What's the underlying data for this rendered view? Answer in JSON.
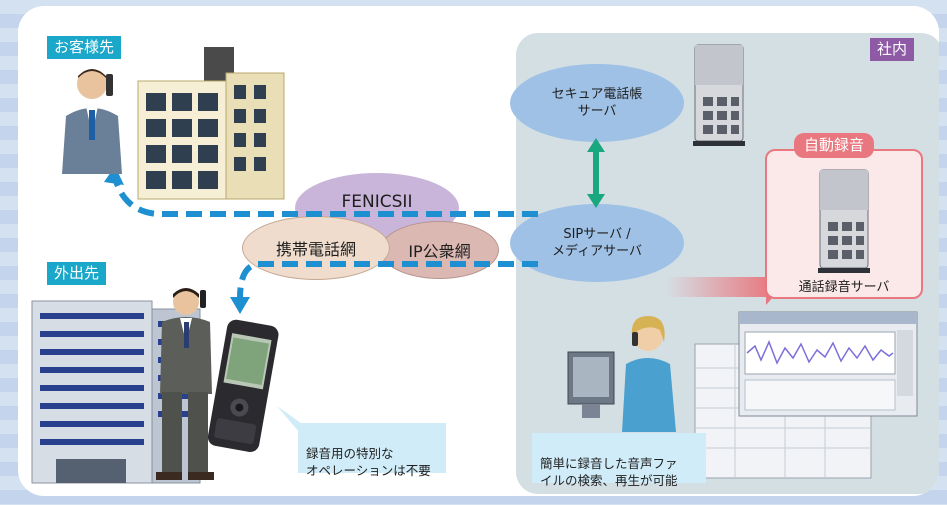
{
  "labels": {
    "customer": "お客様先",
    "outside": "外出先",
    "internal": "社内",
    "auto_record": "自動録音"
  },
  "nodes": {
    "secure_phonebook": "セキュア電話帳\nサーバ",
    "sip_server": "SIPサーバ /\nメディアサーバ",
    "fenics": "FENICSII",
    "mobile_net": "携帯電話網",
    "ip_net": "IP公衆網",
    "recording_server": "通話録音サーバ"
  },
  "captions": {
    "no_special_op": "録音用の特別な\nオペレーションは不要",
    "easy_search": "簡単に録音した音声ファ\nイルの検索、再生が可能"
  },
  "colors": {
    "dashed_path": "#1e8fd0",
    "sync_arrow": "#19a77f",
    "label_cyan": "#1aa7c9",
    "label_purple": "#8e5aa6",
    "record_red": "#e9777f"
  }
}
